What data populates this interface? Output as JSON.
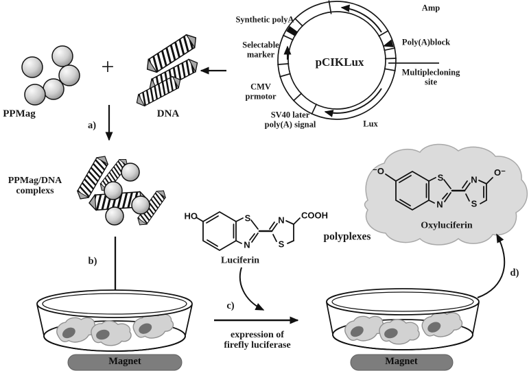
{
  "plasmid": {
    "name": "pCIKLux",
    "amp": "Amp",
    "poly_a_block": "Poly(A)block",
    "multicloning": [
      "Multiplecloning",
      "site"
    ],
    "lux": "Lux",
    "sv40": [
      "SV40 later",
      "poly(A) signal"
    ],
    "cmv": [
      "CMV",
      "prmotor"
    ],
    "selectable": [
      "Selectable",
      "marker"
    ],
    "synthetic_polya": "Synthetic polyA"
  },
  "reaction": {
    "ppmag": "PPMag",
    "plus": "+",
    "dna": "DNA",
    "complexes": [
      "PPMag/DNA",
      "complexs"
    ]
  },
  "steps": {
    "a": "a)",
    "b": "b)",
    "c": "c)",
    "d": "d)"
  },
  "luciferin": {
    "label": "Luciferin",
    "atoms": {
      "ho": "HO",
      "s1": "S",
      "n1": "N",
      "n2": "N",
      "s2": "S",
      "cooh": "COOH"
    }
  },
  "oxyluciferin": {
    "label": "Oxyluciferin",
    "atoms": {
      "o_left": "⁻O",
      "s1": "S",
      "n1": "N",
      "n2": "N",
      "s2": "S",
      "o_right": "O⁻"
    }
  },
  "process": {
    "polyplexes": "polyplexes",
    "expression": [
      "expression of",
      "firefly luciferase"
    ]
  },
  "dishes": {
    "left_magnet": "Magnet",
    "right_magnet": "Magnet"
  },
  "colors": {
    "ink": "#1a1a1a",
    "cloud_fill": "#dbdbdb",
    "cloud_stroke": "#a8a8a8",
    "cell_fill": "#d2d2d2",
    "cell_stroke": "#909090",
    "nucleus": "#6f6f6f",
    "magnet_fill": "#7d7d7d"
  }
}
